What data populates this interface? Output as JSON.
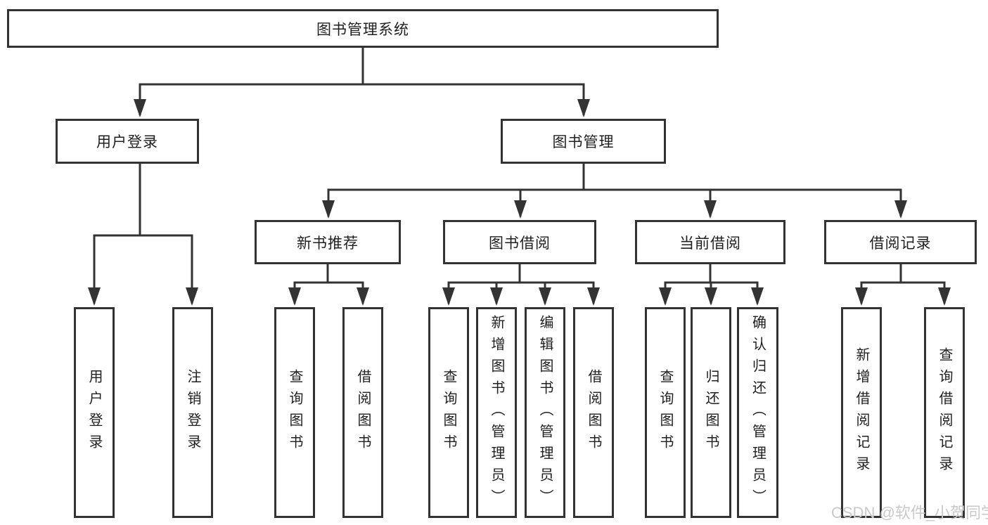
{
  "nodes": {
    "root": "图书管理系统",
    "user_login": "用户登录",
    "book_mgmt": "图书管理",
    "new_book_rec": "新书推荐",
    "book_borrow": "图书借阅",
    "current_borrow": "当前借阅",
    "borrow_records": "借阅记录",
    "leaf_user_login": "用户登录",
    "leaf_logout": "注销登录",
    "leaf_query_book_1": "查询图书",
    "leaf_borrow_book_1": "借阅图书",
    "leaf_query_book_2": "查询图书",
    "leaf_add_book": "新增图书（管理员）",
    "leaf_edit_book": "编辑图书（管理员）",
    "leaf_borrow_book_2": "借阅图书",
    "leaf_query_book_3": "查询图书",
    "leaf_return_book": "归还图书",
    "leaf_confirm_return": "确认归还（管理员）",
    "leaf_add_record": "新增借阅记录",
    "leaf_query_record": "查询借阅记录"
  },
  "watermark": "CSDN @软件_小贺同学",
  "colors": {
    "line": "#333333",
    "text": "#1f1f1f",
    "watermark": "#c9c9c9",
    "background": "#ffffff"
  }
}
